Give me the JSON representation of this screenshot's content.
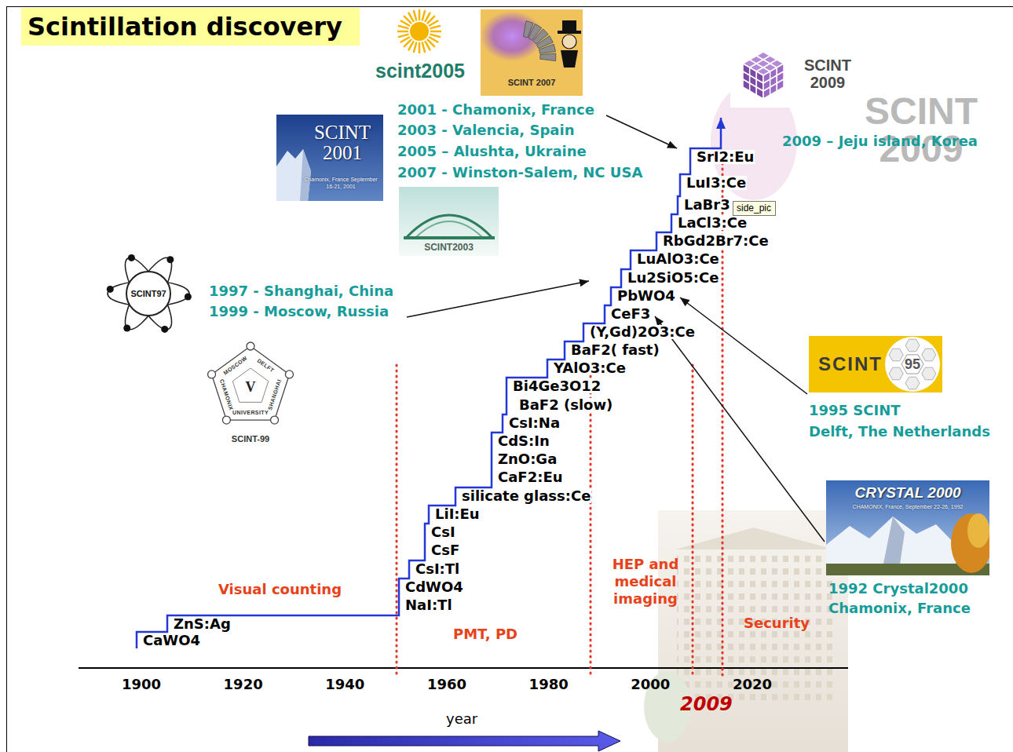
{
  "diagram": {
    "title": "Scintillation discovery",
    "nodes": [
      {
        "text": [
          "scint2005"
        ]
      },
      {
        "text": [
          "SCINT 2007"
        ]
      },
      {
        "text": [
          "SCINT 2009"
        ]
      },
      {
        "text": [
          "SCINT 2001",
          "Chamonix, France September 16-21, 2001"
        ]
      },
      {
        "text": [
          "side_pic"
        ]
      },
      {
        "text": [
          "SCINT2003"
        ]
      },
      {
        "text": [
          "SCINT97"
        ]
      },
      {
        "text": [
          "MOSCOW",
          "DELFT",
          "SHANGHAI",
          "UNIVERSITY",
          "CHAMONIX",
          "V",
          "SCINT-99"
        ]
      },
      {
        "text": [
          "SCINT",
          "95"
        ]
      },
      {
        "text": [
          "CRYSTAL 2000",
          "CHAMONIX, France, September 22-26, 1992"
        ]
      }
    ],
    "labels": [
      "2001 - Chamonix, France",
      "2003 - Valencia, Spain",
      "2005 – Alushta, Ukraine",
      "2007 - Winston-Salem, NC USA",
      "2009 – Jeju island, Korea",
      "1997 - Shanghai, China",
      "1999 - Moscow, Russia",
      "1995 SCINT",
      "Delft, The Netherlands",
      "1992 Crystal2000",
      "Chamonix, France",
      "CaWO4",
      "ZnS:Ag",
      "NaI:Tl",
      "CdWO4",
      "CsI:Tl",
      "CsF",
      "CsI",
      "LiI:Eu",
      "silicate glass:Ce",
      "CaF2:Eu",
      "ZnO:Ga",
      "CdS:In",
      "CsI:Na",
      "BaF2 (slow)",
      "Bi4Ge3O12",
      "YAlO3:Ce",
      "BaF2( fast)",
      "(Y,Gd)2O3:Ce",
      "CeF3",
      "PbWO4",
      "Lu2SiO5:Ce",
      "LuAlO3:Ce",
      "RbGd2Br7:Ce",
      "LaCl3:Ce",
      "LaBr3",
      "LuI3:Ce",
      "SrI2:Eu",
      "Visual counting",
      "PMT, PD",
      "HEP and medical imaging",
      "Security",
      "1900",
      "1920",
      "1940",
      "1960",
      "1980",
      "2000",
      "2020",
      "2009",
      "year",
      "SCINT 2009"
    ]
  }
}
